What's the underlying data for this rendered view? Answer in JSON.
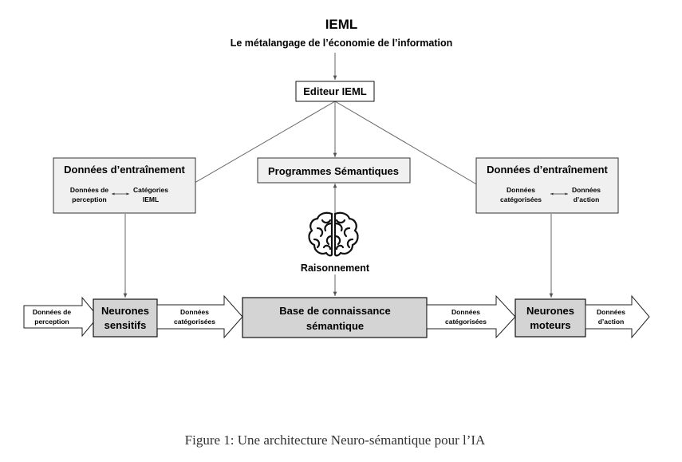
{
  "header": {
    "title": "IEML",
    "subtitle": "Le métalangage de l’économie de l’information"
  },
  "editor": {
    "label": "Editeur IEML"
  },
  "programs": {
    "label": "Programmes Sémantiques"
  },
  "training_left": {
    "title": "Données d’entraînement",
    "item_a": [
      "Données de",
      "perception"
    ],
    "item_b": [
      "Catégories",
      "IEML"
    ]
  },
  "training_right": {
    "title": "Données d’entraînement",
    "item_a": [
      "Données",
      "catégorisées"
    ],
    "item_b": [
      "Données",
      "d’action"
    ]
  },
  "reasoning": {
    "label": "Raisonnement",
    "icon": "brain-icon"
  },
  "pipeline": {
    "input": [
      "Données de",
      "perception"
    ],
    "sensory": [
      "Neurones",
      "sensitifs"
    ],
    "flow1": [
      "Données",
      "catégorisées"
    ],
    "knowledge": [
      "Base de connaissance",
      "sémantique"
    ],
    "flow2": [
      "Données",
      "catégorisées"
    ],
    "motor": [
      "Neurones",
      "moteurs"
    ],
    "output": [
      "Données",
      "d’action"
    ]
  },
  "caption": "Figure 1: Une architecture Neuro-sémantique pour l’IA",
  "colors": {
    "dark_box": "#d4d4d4",
    "light_box": "#f0f0f0",
    "stroke": "#222222"
  }
}
